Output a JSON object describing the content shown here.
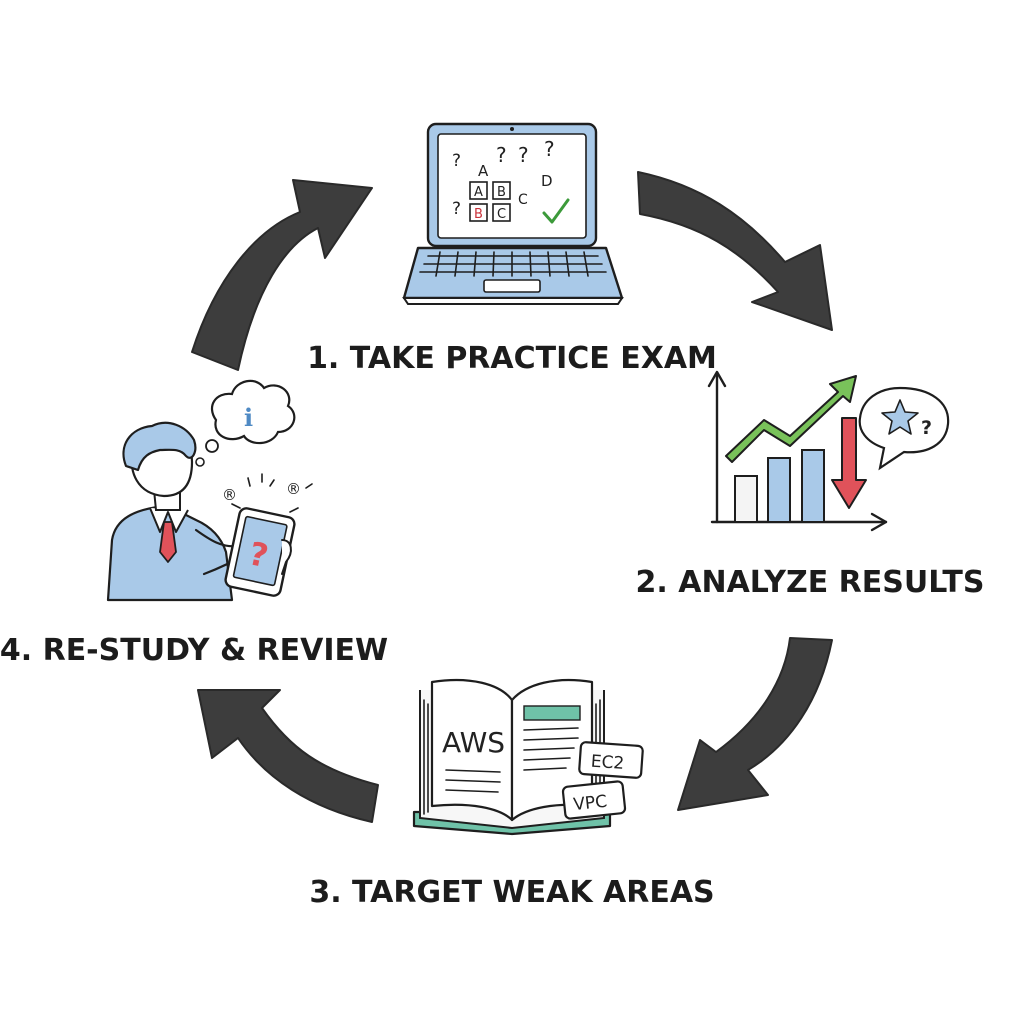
{
  "steps": [
    {
      "number": "1.",
      "label": "1. TAKE PRACTICE EXAM"
    },
    {
      "number": "2.",
      "label": "2. ANALYZE RESULTS"
    },
    {
      "number": "3.",
      "label": "3. TARGET WEAK AREAS"
    },
    {
      "number": "4.",
      "label": "4. RE-STUDY & REVIEW"
    }
  ],
  "laptop_screen": {
    "glyphs": [
      "?",
      "A",
      "?",
      "?",
      "?",
      "D",
      "?",
      "C"
    ],
    "options": [
      "A",
      "B",
      "B",
      "C"
    ]
  },
  "book": {
    "title": "AWS",
    "tags": [
      "EC2",
      "VPC"
    ]
  },
  "thought_bubble": {
    "glyph": "i"
  },
  "tablet": {
    "glyph": "?"
  },
  "speech_bubble": {
    "glyph": "?"
  },
  "floating_marks": [
    "®",
    "®"
  ],
  "colors": {
    "arrow": "#3d3d3d",
    "accent_blue": "#a9c9e8",
    "accent_green": "#79c25a",
    "accent_red": "#e0525a",
    "accent_teal": "#6fc2a8"
  },
  "icons": [
    "laptop-icon",
    "bar-chart-icon",
    "open-book-icon",
    "person-with-tablet-icon"
  ]
}
